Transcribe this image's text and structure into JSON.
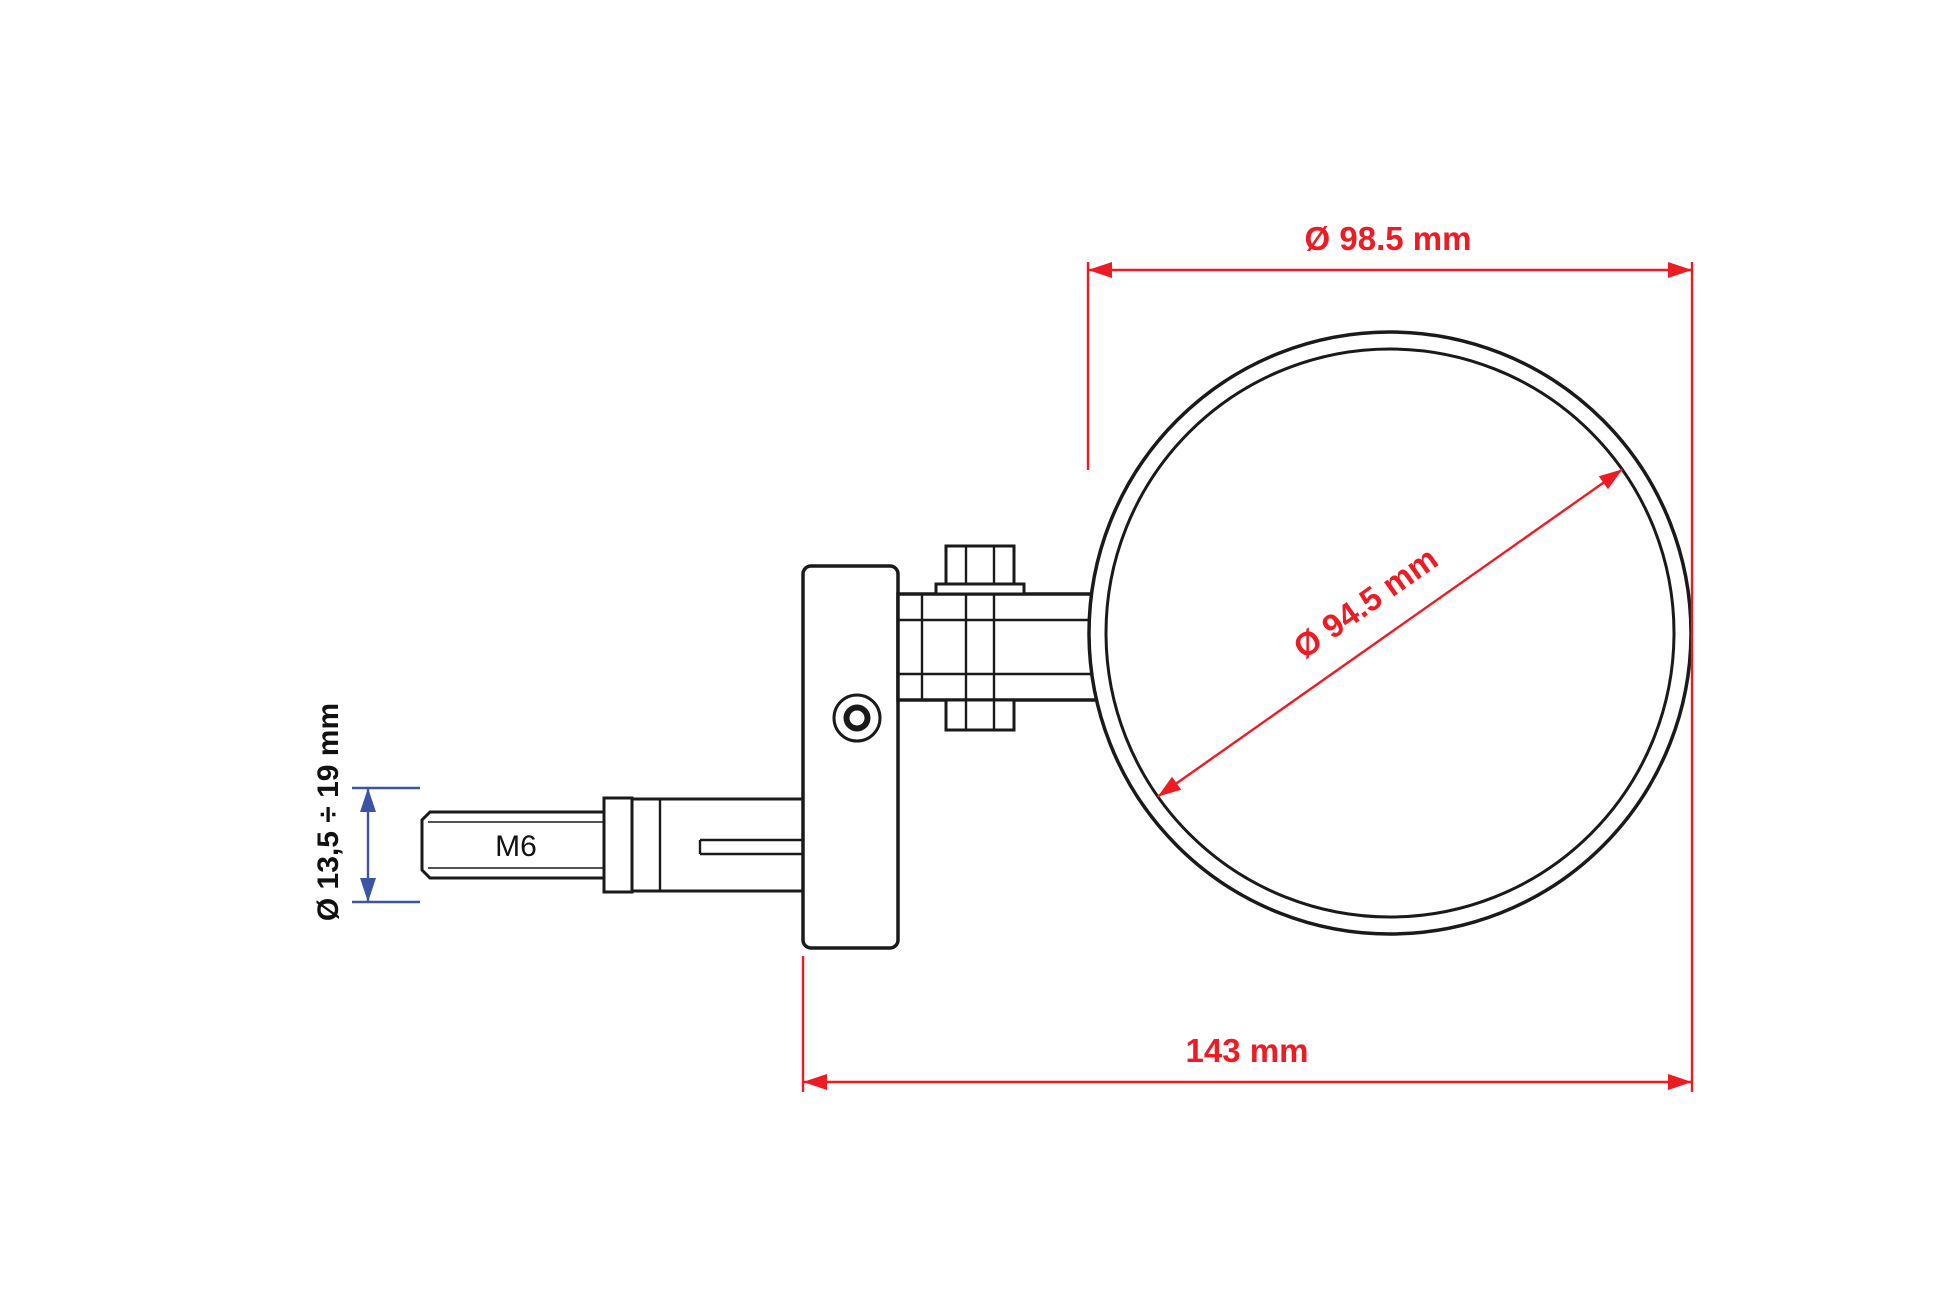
{
  "drawing": {
    "type": "technical-dimension-drawing",
    "subject": "bar-end mirror side view",
    "labels": {
      "shaft_thread": "M6"
    },
    "dimensions": {
      "outer_diameter": "Ø 98.5 mm",
      "glass_diameter": "Ø 94.5 mm",
      "total_length": "143 mm",
      "expander_range": "Ø 13,5 ÷ 19 mm"
    },
    "values": {
      "outer_diameter_mm": 98.5,
      "glass_diameter_mm": 94.5,
      "total_length_mm": 143,
      "expander_min_mm": 13.5,
      "expander_max_mm": 19
    },
    "colors": {
      "dimension_primary": "#ed1c24",
      "dimension_secondary": "#3d53a4",
      "line_art": "#1a1a1a",
      "background": "#ffffff"
    }
  }
}
